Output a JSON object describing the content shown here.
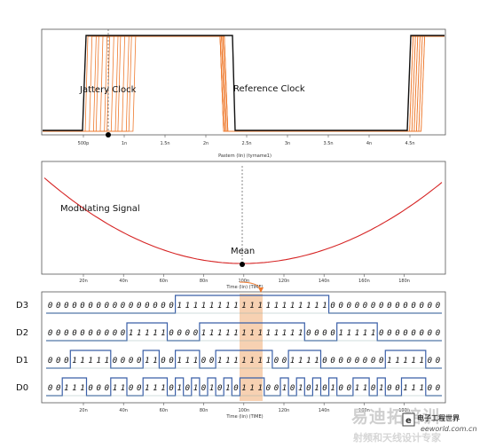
{
  "top_panel": {
    "jittery_label": "Jattery Clock",
    "reference_label": "Reference Clock",
    "x_ticks": [
      "500p",
      "1n",
      "1.5n",
      "2n",
      "2.5n",
      "3n",
      "3.5n",
      "4n",
      "4.5n"
    ],
    "x_axis_title": "Pastern (lin) (tyrname1)",
    "jitter_edge_count": 14
  },
  "mid_panel": {
    "modulating_label": "Modulating Signal",
    "mean_label": "Mean",
    "x_ticks": [
      "20n",
      "40n",
      "60n",
      "80n",
      "100n",
      "120n",
      "140n",
      "160n",
      "180n"
    ],
    "x_axis_title": "Time (lin) (TIME)"
  },
  "digital_panel": {
    "channels": [
      {
        "name": "D3",
        "bits": "0000000000000000111111111111111111100000000000000"
      },
      {
        "name": "D2",
        "bits": "0000000000111110000111111111111100001111100000000"
      },
      {
        "name": "D1",
        "bits": "0001111100001100111001111111001111000000001111100"
      },
      {
        "name": "D0",
        "bits": "0011100011001110101010101110010101010011010011100"
      }
    ],
    "highlight_index": 24,
    "x_ticks": [
      "20n",
      "40n",
      "60n",
      "80n",
      "100n",
      "120n",
      "140n",
      "160n",
      "180n"
    ],
    "x_axis_title": "Time (lin) (TIME)"
  },
  "watermark": {
    "cn_main": "易迪拓培训",
    "cn_sub": "射频和天线设计专家",
    "logo_text": "电子工程世界",
    "url": "eeworld.com.cn"
  },
  "colors": {
    "orange": "#ee7a2e",
    "red": "#d62424",
    "blue": "#3a5fa8",
    "highlight": "#f6c9a4"
  }
}
